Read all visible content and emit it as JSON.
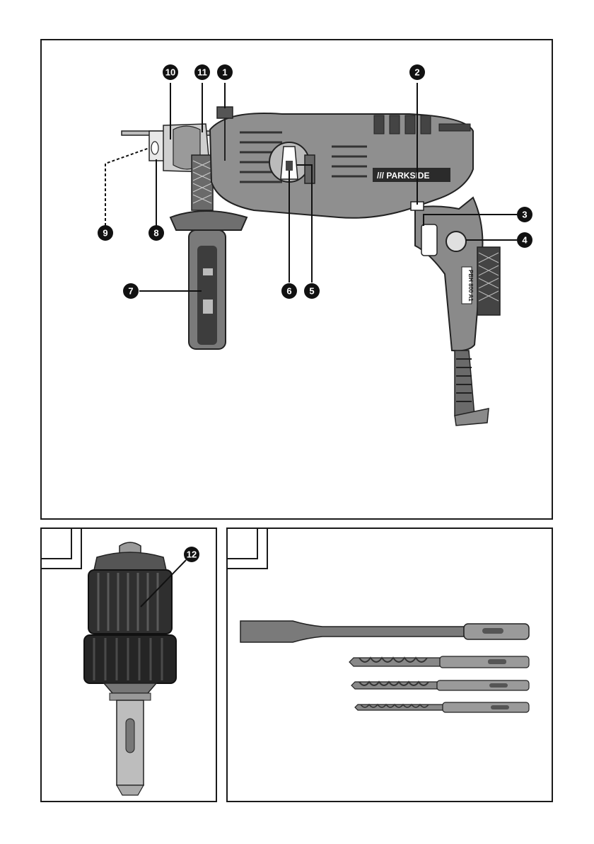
{
  "figure_main": {
    "brand": "/// PARKSIDE",
    "model_plate": "PBH 800 A1",
    "callouts": [
      {
        "id": "callout-1",
        "label": "1"
      },
      {
        "id": "callout-2",
        "label": "2"
      },
      {
        "id": "callout-3",
        "label": "3"
      },
      {
        "id": "callout-4",
        "label": "4"
      },
      {
        "id": "callout-5",
        "label": "5"
      },
      {
        "id": "callout-6",
        "label": "6"
      },
      {
        "id": "callout-7",
        "label": "7"
      },
      {
        "id": "callout-8",
        "label": "8"
      },
      {
        "id": "callout-9",
        "label": "9"
      },
      {
        "id": "callout-10",
        "label": "10"
      },
      {
        "id": "callout-11",
        "label": "11"
      }
    ]
  },
  "figure_chuck": {
    "tab_label": "",
    "callouts": [
      {
        "id": "callout-12",
        "label": "12"
      }
    ]
  },
  "figure_bits": {
    "tab_label": ""
  },
  "colors": {
    "ink": "#111111",
    "body_gray": "#8a8a8a",
    "dark_gray": "#3a3a3a",
    "light_gray": "#d8d8d8"
  }
}
